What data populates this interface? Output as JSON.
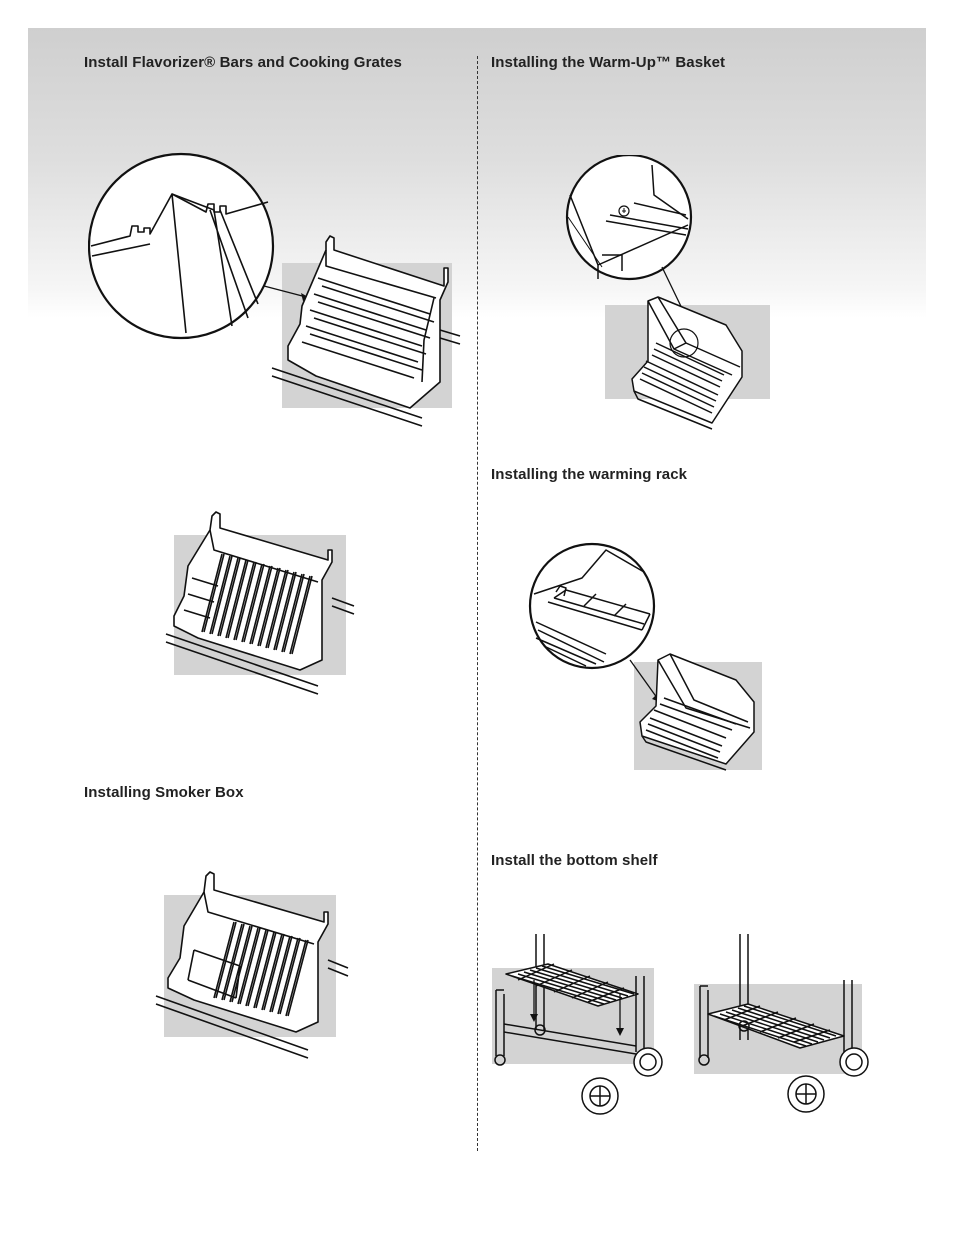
{
  "left_column": {
    "flavorizer": {
      "heading": "Install Flavorizer® Bars and Cooking Grates"
    },
    "smoker": {
      "heading": "Installing Smoker Box"
    }
  },
  "right_column": {
    "warmup": {
      "heading": "Installing the Warm-Up™ Basket"
    },
    "warming_rack": {
      "heading": "Installing the warming rack"
    },
    "bottom_shelf": {
      "heading": "Install the bottom shelf"
    }
  },
  "colors": {
    "band_top": "#cfcfcf",
    "highlight_gray": "#d3d3d3",
    "line": "#111111"
  }
}
